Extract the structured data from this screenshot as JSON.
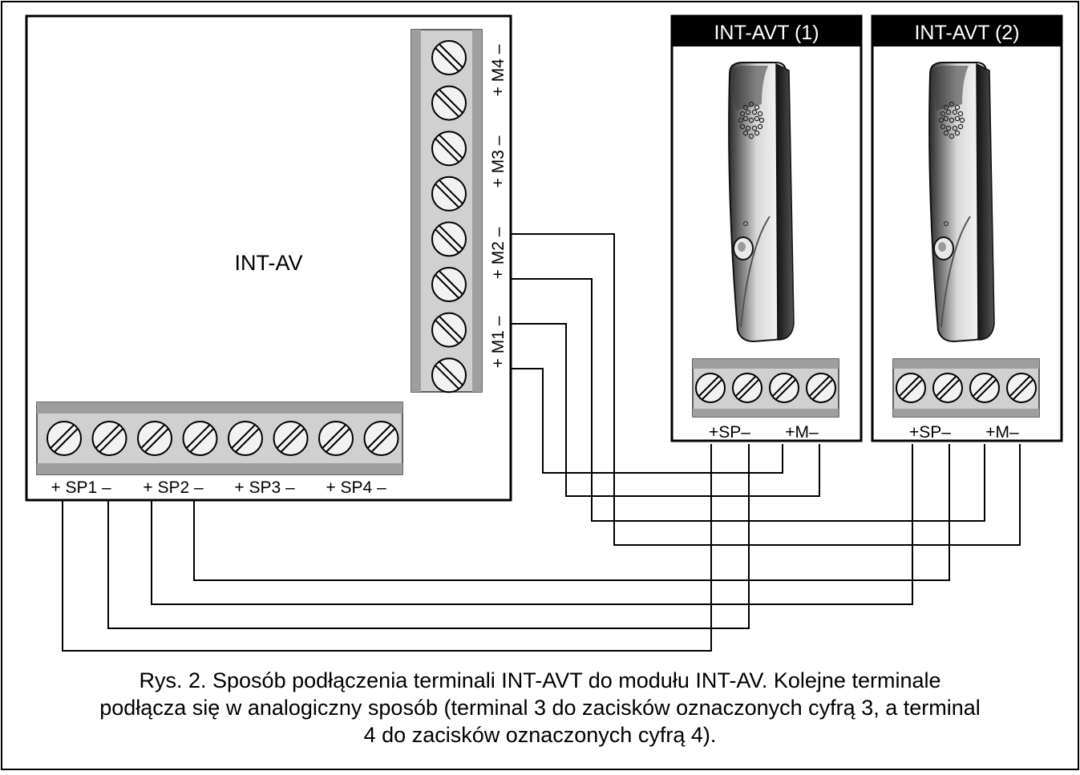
{
  "module": {
    "name": "INT-AV",
    "mic_labels": [
      "+ M1 –",
      "+ M2 –",
      "+ M3 –",
      "+ M4 –"
    ],
    "speaker_labels": [
      "+ SP1 –",
      "+ SP2 –",
      "+ SP3 –",
      "+ SP4 –"
    ]
  },
  "terminals": [
    {
      "title": "INT-AVT (1)",
      "sp_label": "+SP–",
      "m_label": "+M–"
    },
    {
      "title": "INT-AVT (2)",
      "sp_label": "+SP–",
      "m_label": "+M–"
    }
  ],
  "caption": {
    "line1": "Rys. 2. Sposób podłączenia terminali INT-AVT do modułu INT-AV. Kolejne terminale",
    "line2": "podłącza się w analogiczny sposób (terminal 3 do zacisków oznaczonych cyfrą 3, a terminal",
    "line3": "4 do zacisków oznaczonych cyfrą 4)."
  }
}
